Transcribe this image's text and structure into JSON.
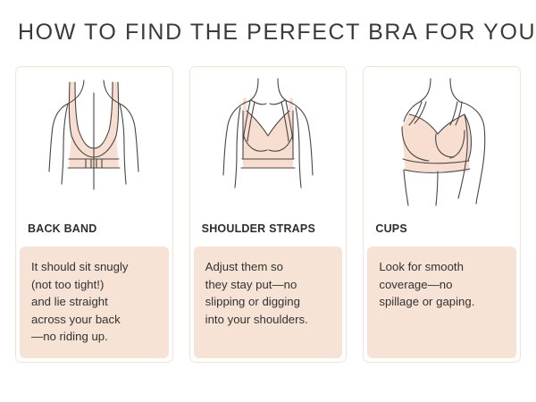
{
  "header": {
    "title": "HOW TO FIND THE PERFECT BRA FOR YOU"
  },
  "colors": {
    "background": "#ffffff",
    "title_text": "#3b3a38",
    "card_border": "#f2e2d6",
    "note_panel": "#f6e3d6",
    "body_text": "#333231",
    "heading_text": "#2d2d2d",
    "illustration_fill": "#f7ded0",
    "illustration_line": "#4a4543"
  },
  "cards": [
    {
      "illustration": "back-view-bra-illustration",
      "heading": "BACK BAND",
      "note_lines": [
        "It should sit snugly",
        "(not too tight!)",
        "and lie straight",
        "across your back",
        "—no riding up."
      ]
    },
    {
      "illustration": "front-view-bra-illustration",
      "heading": "SHOULDER STRAPS",
      "note_lines": [
        "Adjust them so",
        "they stay put—no",
        "slipping or digging",
        "into your shoulders."
      ]
    },
    {
      "illustration": "side-view-bra-illustration",
      "heading": "CUPS",
      "note_lines": [
        "Look for smooth",
        "coverage—no",
        "spillage or gaping."
      ]
    }
  ]
}
